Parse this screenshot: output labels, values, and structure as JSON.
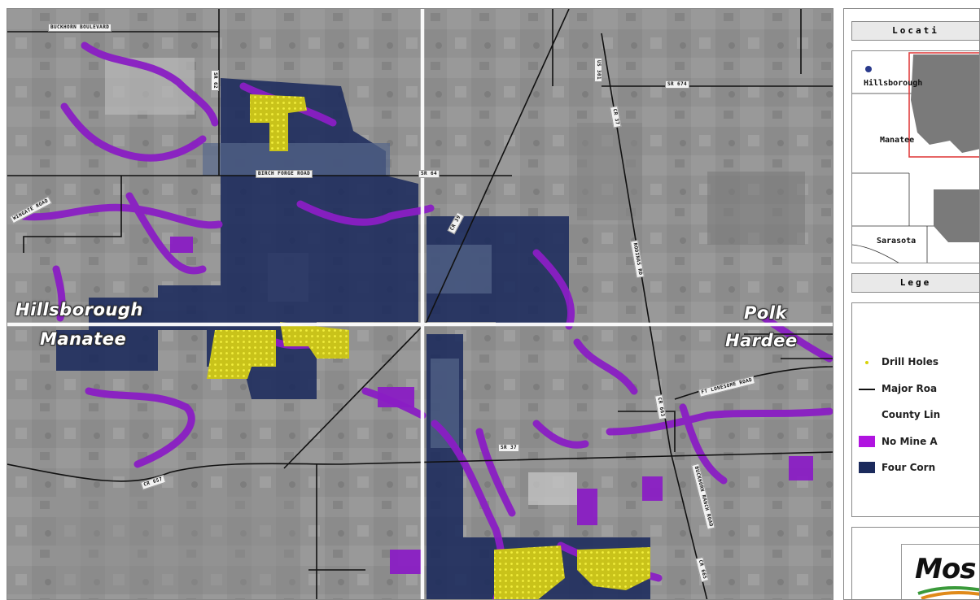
{
  "map": {
    "counties": {
      "hillsborough": "Hillsborough",
      "manatee": "Manatee",
      "polk": "Polk",
      "hardee": "Hardee"
    },
    "roads": {
      "r1": "BUCKHORN BOULEVARD",
      "r2": "SR 62",
      "r3": "BIRCH FORGE ROAD",
      "r4": "SR 64",
      "r5": "WINGATE ROAD",
      "r6": "CR 39",
      "r7": "US 301",
      "r8": "SR 674",
      "r9": "CR 37",
      "r10": "RODINAS RD",
      "r11": "CR 663",
      "r12": "FT LONESOME ROAD",
      "r13": "SR 37",
      "r14": "BUCKHORN RANCH ROAD",
      "r15": "CR 657",
      "r16": "CR 665"
    }
  },
  "location_panel": {
    "title": "Locati",
    "labels": {
      "hillsborough": "Hillsborough",
      "manatee": "Manatee",
      "sarasota": "Sarasota"
    }
  },
  "legend_panel": {
    "title": "Lege",
    "items": [
      {
        "label": "Drill Holes"
      },
      {
        "label": "Major Roa"
      },
      {
        "label": "County Lin"
      },
      {
        "label": "No Mine A"
      },
      {
        "label": "Four Corn"
      }
    ],
    "colors": {
      "drill": "#d8d20a",
      "road": "#111111",
      "county": "#ffffff",
      "no_mine": "#8a1ec4",
      "four_corners": "#1b2a5c"
    }
  },
  "logo": {
    "text": "Mos"
  }
}
